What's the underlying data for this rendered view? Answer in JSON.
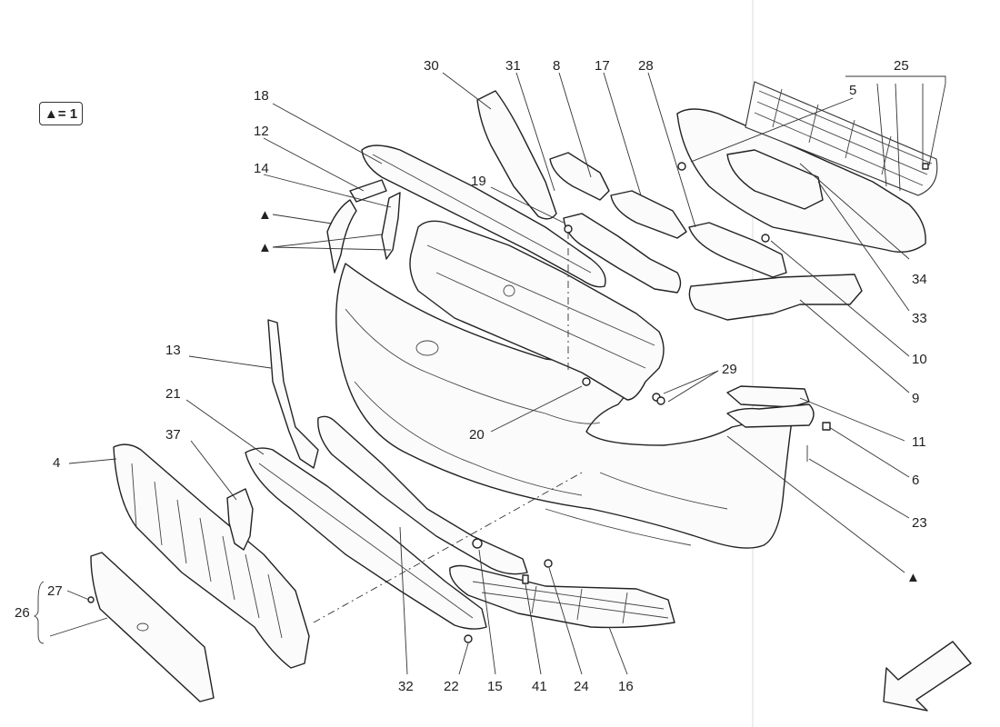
{
  "legend": {
    "symbol": "▲",
    "text": "= 1"
  },
  "callouts": [
    "30",
    "31",
    "8",
    "17",
    "28",
    "25",
    "5",
    "18",
    "12",
    "14",
    "19",
    "13",
    "21",
    "37",
    "4",
    "27",
    "26",
    "29",
    "20",
    "11",
    "6",
    "23",
    "34",
    "33",
    "10",
    "9",
    "32",
    "22",
    "15",
    "41",
    "24",
    "16"
  ],
  "triangle_marker": "▲"
}
